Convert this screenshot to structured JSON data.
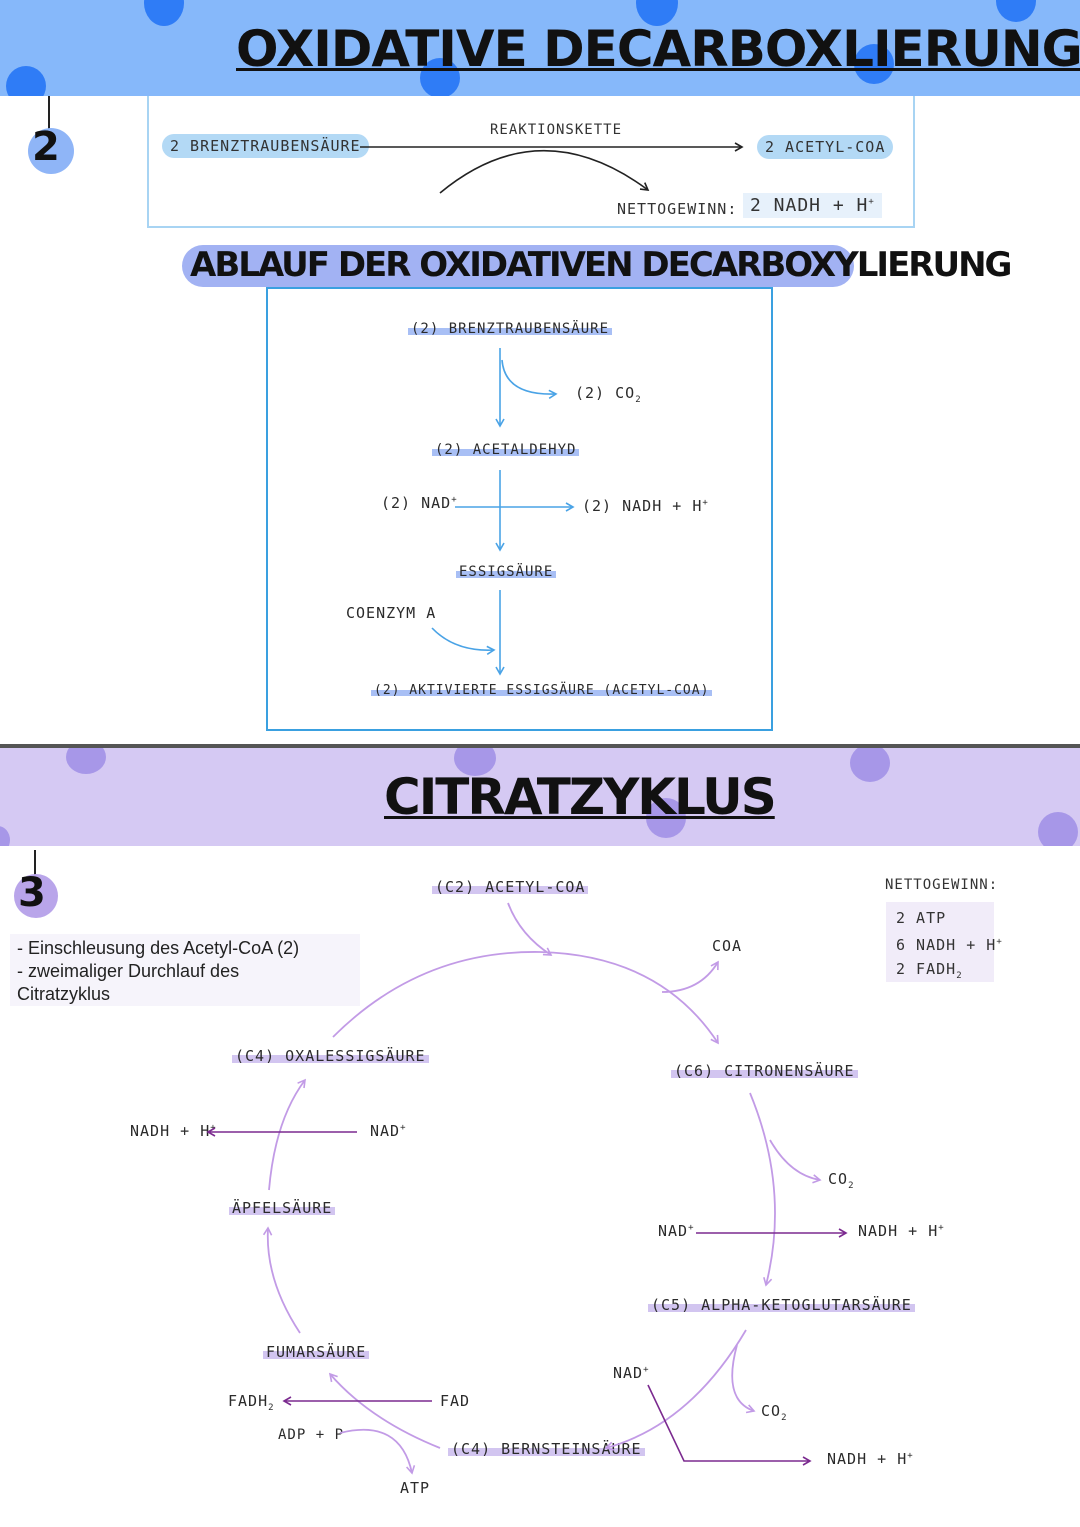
{
  "section1": {
    "number": "2",
    "title": "OXIDATIVE DECARBOXLIERUNG",
    "overview": {
      "left": "2 BRENZTRAUBENSÄURE",
      "arrow_label": "REAKTIONSKETTE",
      "right": "2 ACETYL-COA",
      "net_label": "NETTOGEWINN:",
      "net_value": "2 NADH + H",
      "net_sup": "+"
    }
  },
  "section1b": {
    "title": "ABLAUF DER OXIDATIVEN DECARBOXYLIERUNG",
    "steps": {
      "pyruvate": "(2) BRENZTRAUBENSÄURE",
      "co2": "(2) CO",
      "co2_sub": "2",
      "acetaldehyde": "(2) ACETALDEHYD",
      "nad": "(2) NAD",
      "nad_sup": "+",
      "nadh": "(2) NADH + H",
      "nadh_sup": "+",
      "acetic": "ESSIGSÄURE",
      "coenzyme": "COENZYM A",
      "acetyl": "(2) AKTIVIERTE ESSIGSÄURE (ACETYL-COA)"
    }
  },
  "section2": {
    "number": "3",
    "title": "CITRATZYKLUS",
    "notes": [
      "- Einschleusung des Acetyl-CoA (2)",
      "- zweimaliger Durchlauf des",
      "Citratzyklus"
    ],
    "net": {
      "label": "NETTOGEWINN:",
      "atp": "2 ATP",
      "nadh": "6 NADH + H",
      "nadh_sup": "+",
      "fadh": "2 FADH",
      "fadh_sub": "2"
    },
    "cycle": {
      "acetyl": "(C2) ACETYL-COA",
      "coa": "COA",
      "citric": "(C6) CITRONENSÄURE",
      "co2_a": "CO",
      "co2_a_sub": "2",
      "nad_a": "NAD",
      "nad_a_sup": "+",
      "nadh_a": "NADH + H",
      "nadh_a_sup": "+",
      "ketoglutaric": "(C5) ALPHA-KETOGLUTARSÄURE",
      "nad_b": "NAD",
      "nad_b_sup": "+",
      "co2_b": "CO",
      "co2_b_sub": "2",
      "nadh_b": "NADH + H",
      "nadh_b_sup": "+",
      "succinic": "(C4) BERNSTEINSÄURE",
      "fad": "FAD",
      "fadh": "FADH",
      "fadh_sub": "2",
      "adp": "ADP + P",
      "atp": "ATP",
      "fumaric": "FUMARSÄURE",
      "malic": "ÄPFELSÄURE",
      "nad_c": "NAD",
      "nad_c_sup": "+",
      "nadh_c": "NADH + H",
      "nadh_c_sup": "+",
      "oxaloacetic": "(C4) OXALESSIGSÄURE"
    }
  },
  "colors": {
    "blue_band": "#86b8fa",
    "blue_dot": "#2f7cf6",
    "purple_band": "#d5c9f3",
    "purple_dot": "#a797e8",
    "blue_arrow": "#4aa3e6",
    "purple_arrow": "#c29be6",
    "dark_purple_arrow": "#7b2a8f"
  }
}
